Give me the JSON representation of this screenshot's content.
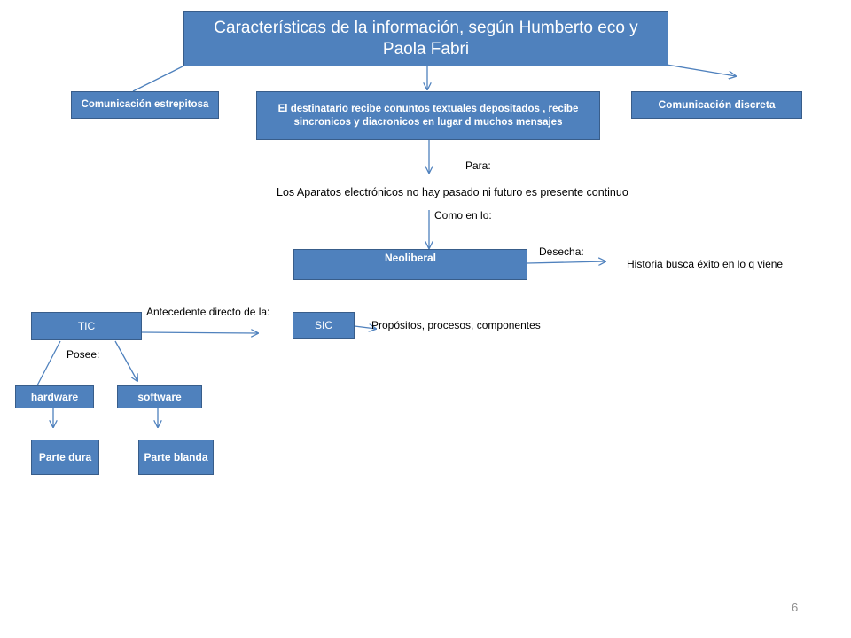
{
  "diagram": {
    "title": "Características de la información, según Humberto eco y Paola Fabri",
    "nodes": {
      "comunicacion_estrepitosa": "Comunicación estrepitosa",
      "destinatario": "El destinatario  recibe conuntos  textuales depositados  , recibe sincronicos y diacronicos en lugar d muchos mensajes",
      "comunicacion_discreta": "Comunicación discreta",
      "neoliberal": "Neoliberal",
      "tic": "TIC",
      "sic": "SIC",
      "hardware": "hardware",
      "software": "software",
      "parte_dura": "Parte dura",
      "parte_blanda": "Parte blanda"
    },
    "labels": {
      "para": "Para:",
      "aparatos": "Los Aparatos electrónicos no hay pasado ni futuro es presente continuo",
      "como_en_lo": "Como en lo:",
      "desecha": "Desecha:",
      "historia": "Historia busca éxito en lo q viene",
      "antecedente": "Antecedente directo de la:",
      "propositos": "Propósitos, procesos, componentes",
      "posee": "Posee:"
    },
    "colors": {
      "box_fill": "#4f81bd",
      "box_border": "#385d8a",
      "arrow": "#4f81bd"
    }
  },
  "page_number": "6"
}
